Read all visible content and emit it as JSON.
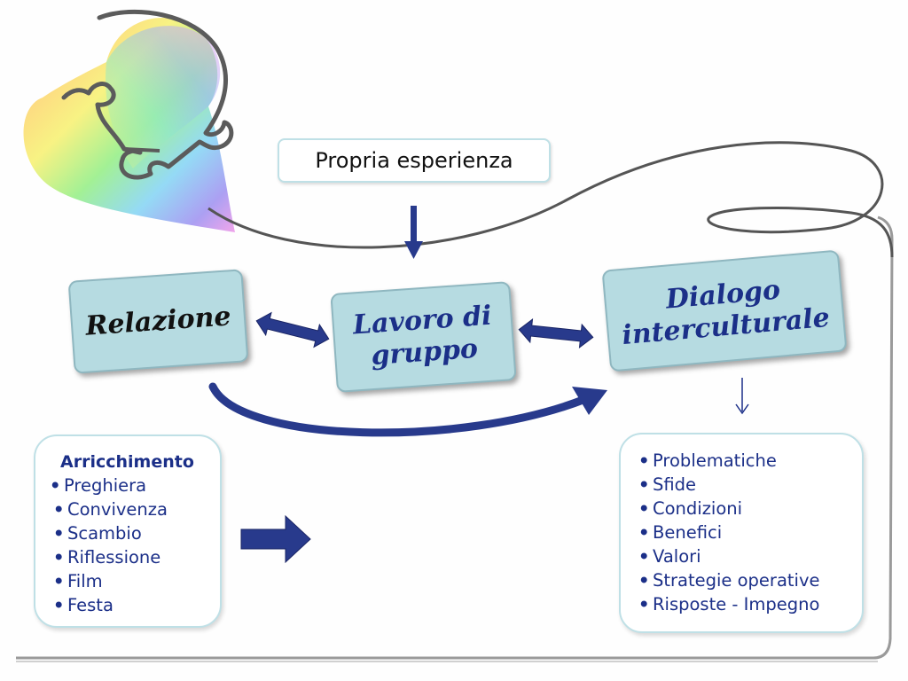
{
  "top_box": {
    "label": "Propria esperienza"
  },
  "boxes": {
    "relazione": {
      "label": "Relazione"
    },
    "lavoro": {
      "line1": "Lavoro di",
      "line2": "gruppo"
    },
    "dialogo": {
      "line1": "Dialogo",
      "line2": "interculturale"
    }
  },
  "left_list": {
    "title": "Arricchimento",
    "bullet": "•",
    "items": [
      "Preghiera",
      "Convivenza",
      "Scambio",
      "Riflessione",
      "Film",
      "Festa"
    ]
  },
  "right_list": {
    "bullet": "•",
    "items": [
      "Problematiche",
      "Sfide",
      "Condizioni",
      "Benefici",
      "Valori",
      "Strategie operative",
      "Risposte - Impegno"
    ]
  },
  "icons": {
    "heart": "rainbow-puzzle-heart-icon",
    "arrows": [
      "down-arrow-icon",
      "double-arrow-icon",
      "curved-arrow-icon",
      "right-block-arrow-icon",
      "thin-down-arrow-icon"
    ]
  },
  "colors": {
    "box_fill": "#b6dbe1",
    "box_border": "#8fb7c0",
    "arrow": "#283a8c",
    "text_blue": "#1b2f88",
    "outline": "#bfe0e6",
    "loop_line": "#555555"
  }
}
